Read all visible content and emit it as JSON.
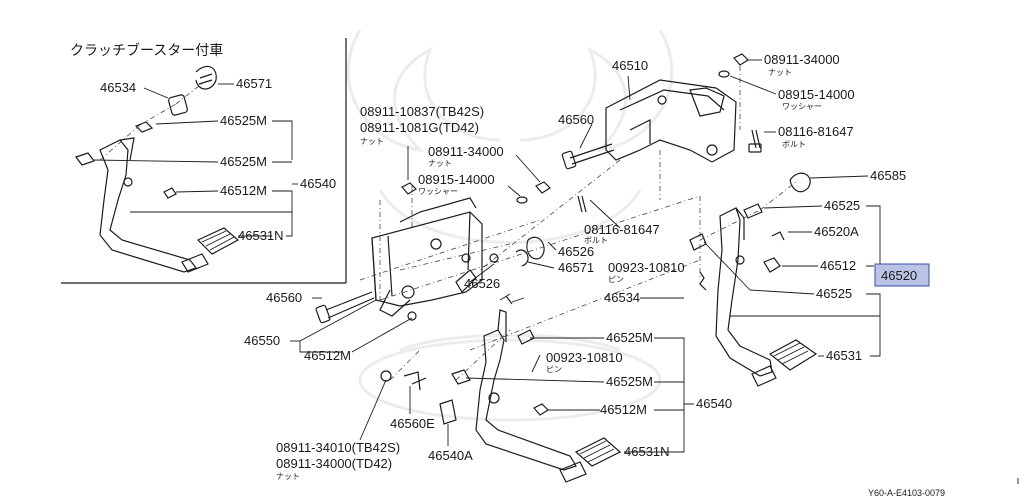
{
  "inset_title": "クラッチブースター付車",
  "highlight_color": "#b9c3e6",
  "highlight_border": "#3a4ea8",
  "labels": {
    "l46534_inset": "46534",
    "l46571_inset": "46571",
    "l46525M_inset_a": "46525M",
    "l46525M_inset_b": "46525M",
    "l46512M_inset": "46512M",
    "l46540_inset": "46540",
    "l46531N_inset": "46531N",
    "l08911_10837": "08911-10837(TB42S)",
    "l08911_1081G": "08911-1081G(TD42)",
    "l_nut_a": "ナット",
    "l08911_34000_a": "08911-34000",
    "l_nut_b": "ナット",
    "l08915_14000_a": "08915-14000",
    "l_washer_a": "ワッシャー",
    "l46510": "46510",
    "l46560_top": "46560",
    "l08116_81647_a": "08116-81647",
    "l_bolt_a": "ボルト",
    "l46526_a": "46526",
    "l46571": "46571",
    "l46526_b": "46526",
    "l00923_a": "00923-10810",
    "l_pin_a": "ピン",
    "l46534": "46534",
    "l46560_left": "46560",
    "l46550": "46550",
    "l46512M_left": "46512M",
    "l46525M_a": "46525M",
    "l00923_b": "00923-10810",
    "l_pin_b": "ピン",
    "l46525M_b": "46525M",
    "l46560E": "46560E",
    "l46512M_mid": "46512M",
    "l46540": "46540",
    "l46540A": "46540A",
    "l46531N": "46531N",
    "l08911_34010": "08911-34010(TB42S)",
    "l08911_34000_tb": "08911-34000(TD42)",
    "l_nut_c": "ナット",
    "l08911_34000_r": "08911-34000",
    "l_nut_r": "ナット",
    "l08915_14000_r": "08915-14000",
    "l_washer_r": "ワッシャー",
    "l08116_81647_r": "08116-81647",
    "l_bolt_r": "ボルト",
    "l46585": "46585",
    "l46525_a": "46525",
    "l46520A": "46520A",
    "l46512": "46512",
    "l46520": "46520",
    "l46525_b": "46525",
    "l46531": "46531"
  },
  "diagram_code": "Y60-A-E4103-0079"
}
